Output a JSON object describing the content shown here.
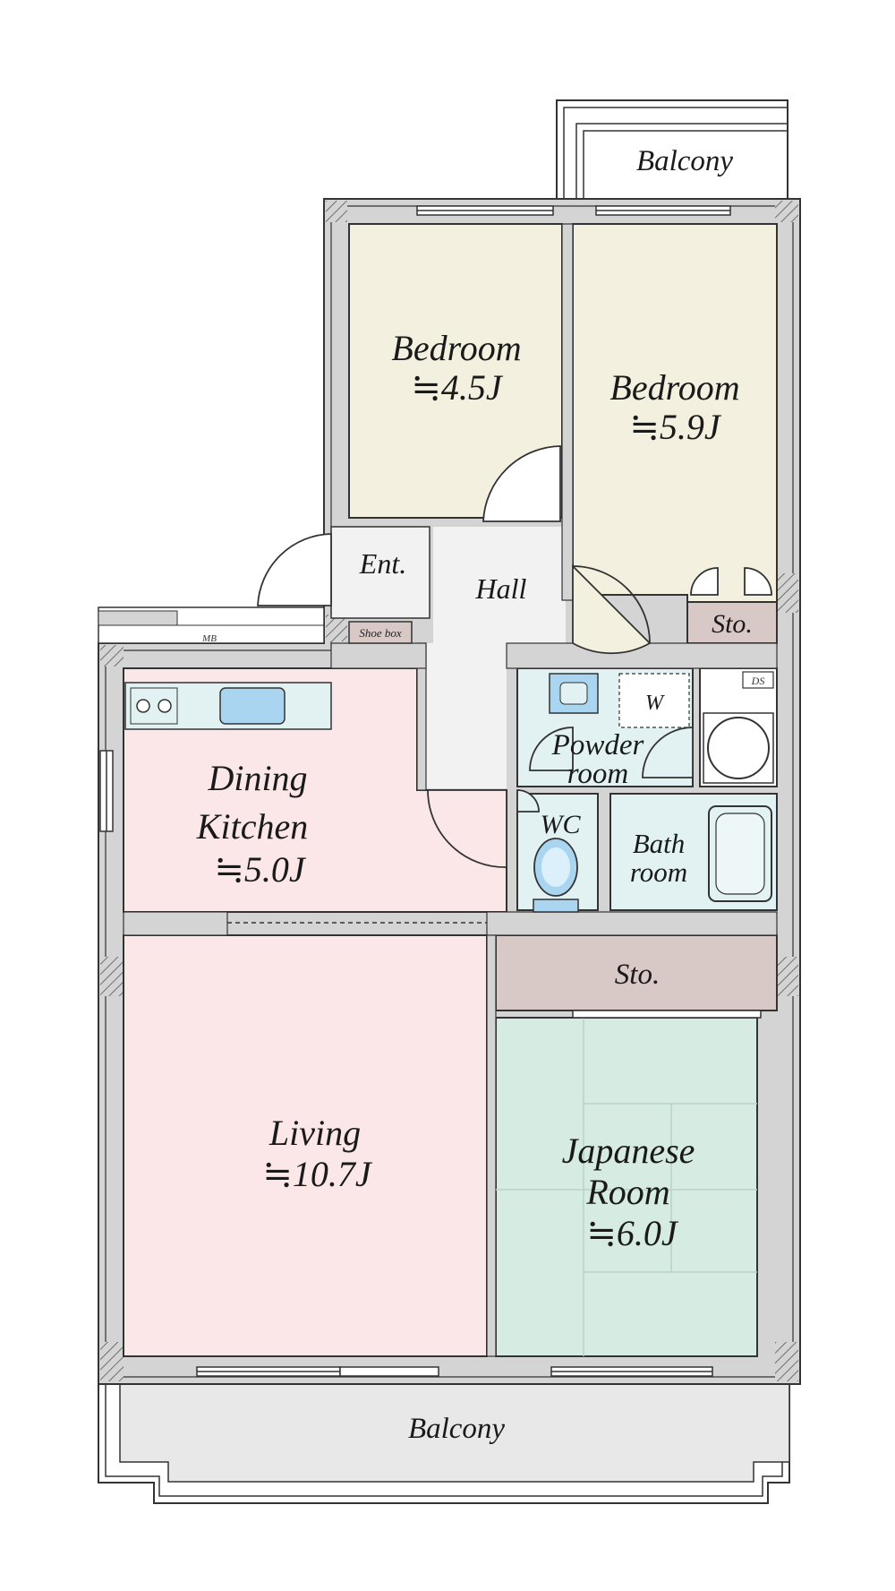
{
  "balcony_top": {
    "label": "Balcony"
  },
  "balcony_bottom": {
    "label": "Balcony"
  },
  "bedroom_a": {
    "name": "Bedroom",
    "size": "≒4.5J"
  },
  "bedroom_b": {
    "name": "Bedroom",
    "size": "≒5.9J"
  },
  "entrance": {
    "label": "Ent."
  },
  "hall": {
    "label": "Hall"
  },
  "shoe_box": {
    "label": "Shoe box"
  },
  "meter_box": {
    "label": "MB"
  },
  "storage_small": {
    "label": "Sto."
  },
  "storage_large": {
    "label": "Sto."
  },
  "duct_space": {
    "label": "DS"
  },
  "dining_kitchen": {
    "line1": "Dining",
    "line2": "Kitchen",
    "size": "≒5.0J"
  },
  "powder_room": {
    "line1": "Powder",
    "line2": "room"
  },
  "washer": {
    "label": "W"
  },
  "wc": {
    "label": "WC"
  },
  "bathroom": {
    "line1": "Bath",
    "line2": "room"
  },
  "living": {
    "name": "Living",
    "size": "≒10.7J"
  },
  "japanese_room": {
    "line1": "Japanese",
    "line2": "Room",
    "size": "≒6.0J"
  },
  "colors": {
    "bedroom": "#f3f0df",
    "dining_living": "#fbe7e7",
    "japanese": "#d6ebe2",
    "hall": "#f2f2f2",
    "wet_area": "#e2f2f2",
    "storage": "#d8c8c6",
    "wall": "#d4d4d4",
    "balcony": "#e8e8e8"
  }
}
